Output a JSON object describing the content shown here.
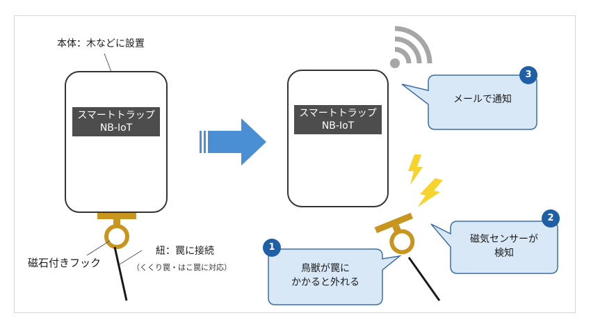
{
  "labels": {
    "body_install": "本体：木などに設置",
    "magnet_hook": "磁石付きフック",
    "string_connect": "紐：罠に接続",
    "string_note": "（くくり罠・はこ罠に対応）"
  },
  "device_left": {
    "name_line1": "スマートトラップ",
    "name_line2": "NB-IoT"
  },
  "device_right": {
    "name_line1": "スマートトラップ",
    "name_line2": "NB-IoT"
  },
  "callouts": [
    {
      "number": "1",
      "line1": "鳥獣が罠に",
      "line2": "かかると外れる"
    },
    {
      "number": "2",
      "line1": "磁気センサーが",
      "line2": "検知"
    },
    {
      "number": "3",
      "line1": "メールで通知",
      "line2": ""
    }
  ],
  "icons": [
    "wifi-signal-icon",
    "lightning-icon",
    "arrow-right-icon"
  ],
  "colors": {
    "device_label_bg": "#4d4d4d",
    "arrow": "#4a8fd4",
    "bubble_fill": "#d9e8f6",
    "bubble_stroke": "#3a6ea5",
    "badge": "#1f5fa8",
    "hook": "#c8951e",
    "lightning": "#f6d32d",
    "wifi": "#a6a6a6"
  }
}
